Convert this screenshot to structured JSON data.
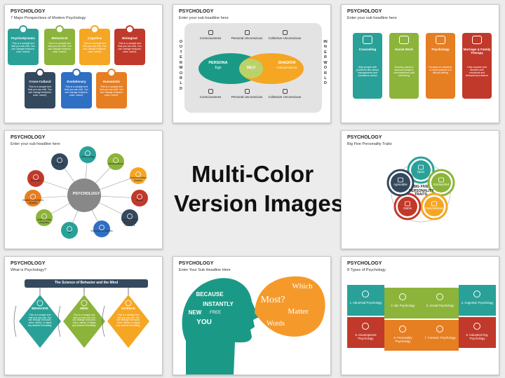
{
  "center": {
    "line1": "Multi-Color",
    "line2": "Version Images"
  },
  "s1": {
    "title": "PSYCHOLOGY",
    "subtitle": "7 Major Perspectives of Modern Psychology",
    "cards": [
      {
        "label": "Psychodynamic",
        "color": "#2aa198"
      },
      {
        "label": "Behavioral",
        "color": "#8cb43a"
      },
      {
        "label": "Cognitive",
        "color": "#f5a623"
      },
      {
        "label": "Biological",
        "color": "#c0392b"
      },
      {
        "label": "Cross-Cultural",
        "color": "#34495e"
      },
      {
        "label": "Evolutionary",
        "color": "#2f6fc4"
      },
      {
        "label": "Humanistic",
        "color": "#e67e22"
      }
    ],
    "card_text": "This is a sample text that you can edit. You can change font(size, color, name)."
  },
  "s2": {
    "title": "PSYCHOLOGY",
    "subtitle": "Enter your sub headline here",
    "left_vertical": "OUTER WORLD",
    "right_vertical": "INNER WORLD",
    "top_labels": [
      "Consciousness",
      "Personal Unconscious",
      "Collective Unconscious"
    ],
    "bottom_labels": [
      "Consciousness",
      "Personal Unconscious",
      "Collective Unconscious"
    ],
    "persona": "PERSONA",
    "ego": "Ego",
    "self": "SELF",
    "shadow": "SHADOW",
    "shadow_sub": "Anima/Animus"
  },
  "s3": {
    "title": "PSYCHOLOGY",
    "subtitle": "Enter your sub headline here",
    "items": [
      {
        "label": "Counseling",
        "text": "Help people with problems like stress management and substance abuse",
        "color": "#2aa198"
      },
      {
        "label": "Social Work",
        "text": "Develop plans to improve people's circumstances and well-being",
        "color": "#8cb43a"
      },
      {
        "label": "Psychology",
        "text": "Focuses on research, or direct patient in a clinical setting",
        "color": "#e67e22"
      },
      {
        "label": "Marriage & Family Therapy",
        "text": "Help couples and families with emotional and behavioral problems",
        "color": "#c0392b"
      }
    ]
  },
  "s4": {
    "title": "PSYCHOLOGY",
    "subtitle": "Enter your sub headline here",
    "center": "PSYCHOLOGY",
    "nodes": [
      {
        "label": "Biology",
        "color": "#34495e"
      },
      {
        "label": "Gerontology",
        "color": "#2aa198"
      },
      {
        "label": "Neuroscience",
        "color": "#8cb43a"
      },
      {
        "label": "Communication Studies",
        "color": "#f5a623"
      },
      {
        "label": "Music",
        "color": "#c0392b"
      },
      {
        "label": "Communication Sciences & Disorders",
        "color": "#34495e"
      },
      {
        "label": "Intercultural Studies",
        "color": "#2f6fc4"
      },
      {
        "label": "Art",
        "color": "#2aa198"
      },
      {
        "label": "Math & Data Analytics",
        "color": "#8cb43a"
      },
      {
        "label": "Gender & Women's Studies",
        "color": "#e67e22"
      },
      {
        "label": "Business",
        "color": "#c0392b"
      }
    ]
  },
  "s5": {
    "title": "PSYCHOLOGY",
    "subtitle": "Big Five Personality Traits",
    "center": "BIG FIVE PERSONALITY TRAITS",
    "traits": [
      {
        "label": "Open",
        "color": "#2aa198"
      },
      {
        "label": "Extraverted",
        "color": "#8cb43a"
      },
      {
        "label": "Conscientious",
        "color": "#f5a623"
      },
      {
        "label": "Stable",
        "color": "#c0392b"
      },
      {
        "label": "Agreeable",
        "color": "#34495e"
      }
    ]
  },
  "s6": {
    "title": "PSYCHOLOGY",
    "subtitle": "What is Psychology?",
    "banner": "The Science of Behavior and the Mind",
    "items": [
      {
        "label": "BEHAVIOR",
        "color": "#2aa198"
      },
      {
        "label": "MIND",
        "color": "#8cb43a"
      },
      {
        "label": "SCIENCE",
        "color": "#f5a623"
      }
    ],
    "text": "This is a sample text that you can edit. You can change font (size, color, name), or apply any desired formatting."
  },
  "s7": {
    "title": "PSYCHOLOGY",
    "subtitle": "Enter Your Sub Headline Here",
    "head_words": [
      "BECAUSE",
      "INSTANTLY",
      "NEW",
      "FREE",
      "YOU"
    ],
    "bubble_words": [
      "Which",
      "Most?",
      "Matter",
      "Words"
    ],
    "colors": {
      "head": "#2aa198",
      "bubble": "#f59a2a"
    }
  },
  "s8": {
    "title": "PSYCHOLOGY",
    "subtitle": "8 Types of Psychology",
    "types": [
      {
        "label": "1. Abnormal Psychology",
        "color": "#2aa198"
      },
      {
        "label": "2. Bio Psychology",
        "color": "#8cb43a"
      },
      {
        "label": "3. Social Psychology",
        "color": "#8cb43a"
      },
      {
        "label": "4. Cognitive Psychology",
        "color": "#2aa198"
      },
      {
        "label": "5. Development Psychology",
        "color": "#c0392b"
      },
      {
        "label": "6. Personality Psychology",
        "color": "#e67e22"
      },
      {
        "label": "7. Forensic Psychology",
        "color": "#e67e22"
      },
      {
        "label": "8. Industrial-Org. Psychology",
        "color": "#c0392b"
      }
    ]
  }
}
